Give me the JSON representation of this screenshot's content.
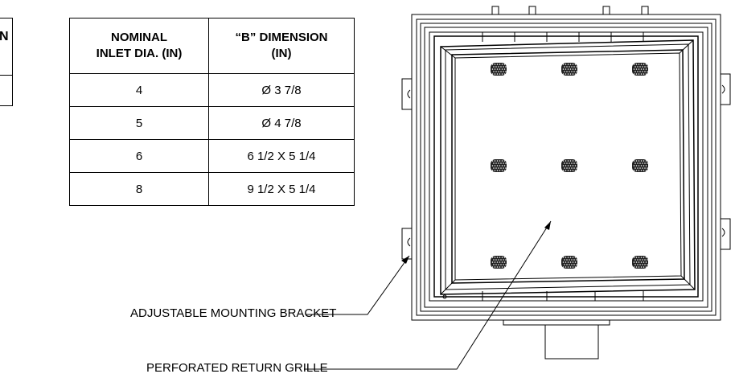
{
  "left_table": {
    "header_fragment": "N"
  },
  "dimension_table": {
    "headers": [
      "NOMINAL INLET DIA. (IN)",
      "“B” DIMENSION (IN)"
    ],
    "header_lines": [
      [
        "NOMINAL",
        "INLET DIA. (IN)"
      ],
      [
        "“B” DIMENSION",
        "(IN)"
      ]
    ],
    "rows": [
      [
        "4",
        "Ø 3 7/8"
      ],
      [
        "5",
        "Ø 4 7/8"
      ],
      [
        "6",
        "6 1/2 X 5 1/4"
      ],
      [
        "8",
        "9 1/2 X 5 1/4"
      ]
    ]
  },
  "callouts": {
    "bracket": "ADJUSTABLE MOUNTING BRACKET",
    "grille": "PERFORATED RETURN GRILLE"
  },
  "grille": {
    "perforation_grid": [
      3,
      3
    ]
  }
}
